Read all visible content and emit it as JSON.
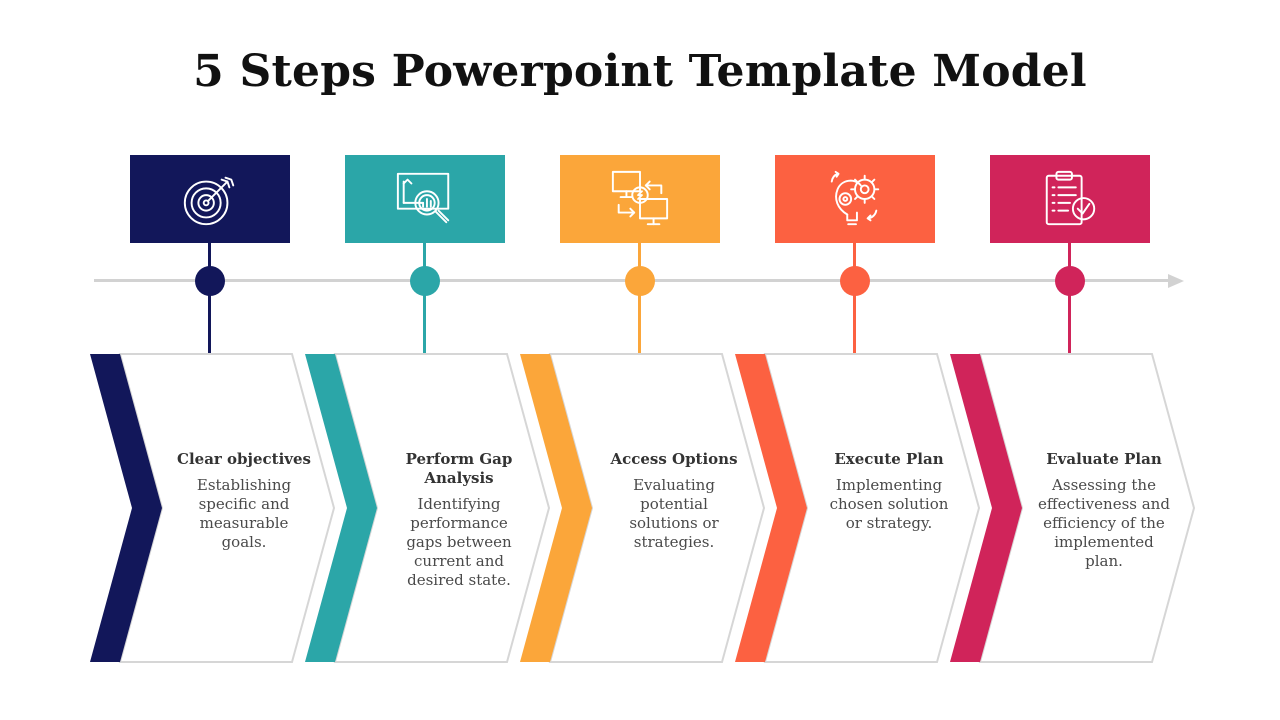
{
  "title": "5 Steps Powerpoint Template Model",
  "timeline_color": "#d2d2d2",
  "steps": [
    {
      "title": "Clear objectives",
      "description": "Establishing specific and measurable goals.",
      "color": "#12175a",
      "icon": "target-icon"
    },
    {
      "title": "Perform Gap Analysis",
      "description": "Identifying performance gaps between current and desired state.",
      "color": "#2ba6a8",
      "icon": "magnifier-chart-icon"
    },
    {
      "title": "Access Options",
      "description": "Evaluating potential solutions or strategies.",
      "color": "#fba63a",
      "icon": "exchange-computers-icon"
    },
    {
      "title": "Execute Plan",
      "description": "Implementing chosen solution or strategy.",
      "color": "#fc6141",
      "icon": "lightbulb-gears-icon"
    },
    {
      "title": "Evaluate Plan",
      "description": "Assessing the effectiveness and efficiency of the implemented plan.",
      "color": "#d0245a",
      "icon": "clipboard-check-icon"
    }
  ]
}
